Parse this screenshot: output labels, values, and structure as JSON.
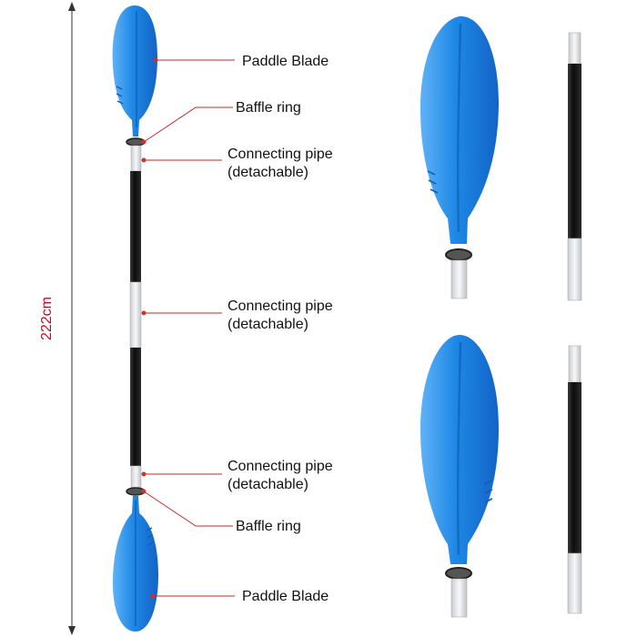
{
  "labels": {
    "paddle_blade_top": "Paddle Blade",
    "baffle_ring_top": "Baffle ring",
    "connecting_pipe_1": "Connecting pipe\n(detachable)",
    "connecting_pipe_2": "Connecting pipe\n(detachable)",
    "connecting_pipe_3": "Connecting pipe\n(detachable)",
    "baffle_ring_bottom": "Baffle ring",
    "paddle_blade_bottom": "Paddle Blade"
  },
  "dimension": {
    "length": "222cm"
  },
  "colors": {
    "blade_blue": "#1e88e5",
    "blade_dark": "#1565c0",
    "leader_line": "#c62828",
    "dimension_text": "#d0021b",
    "shaft_black": "#1a1a1a",
    "shaft_silver": "#e6e8ea"
  }
}
